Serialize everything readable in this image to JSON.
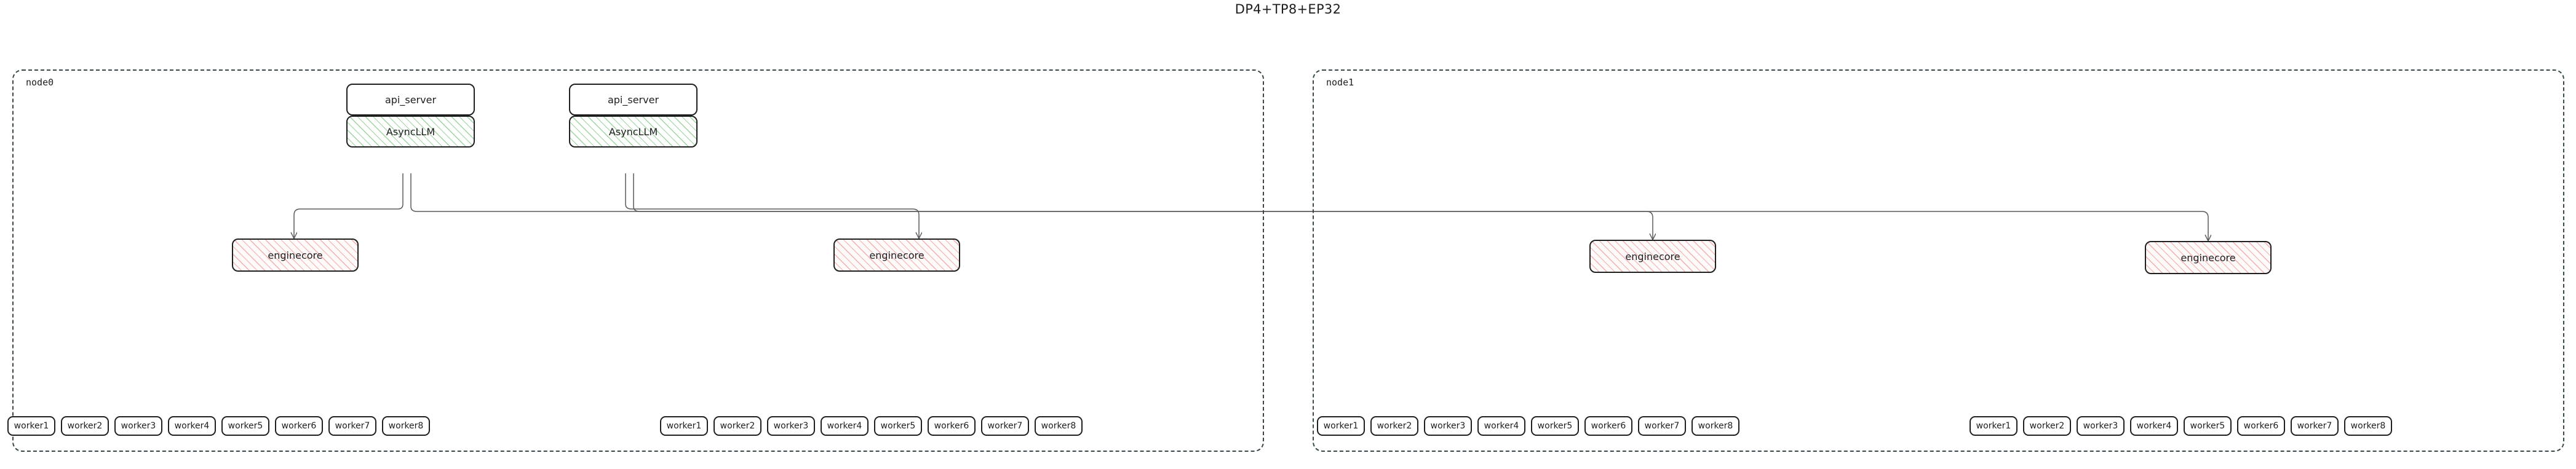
{
  "title": "DP4+TP8+EP32",
  "colors": {
    "stroke": "#1f1f1f",
    "container_stroke": "#37474a",
    "asyncllm_hatch": "#4caf50",
    "enginecore_hatch": "#e96e6e",
    "edge": "#5a5a5a",
    "text": "#1d1d1d",
    "background": "#ffffff"
  },
  "nodes": [
    {
      "id": "node0",
      "label": "node0",
      "servers": [
        {
          "api_label": "api_server",
          "async_label": "AsyncLLM"
        },
        {
          "api_label": "api_server",
          "async_label": "AsyncLLM"
        }
      ],
      "engines": [
        {
          "label": "enginecore"
        },
        {
          "label": "enginecore"
        }
      ],
      "worker_groups": [
        {
          "workers": [
            "worker1",
            "worker2",
            "worker3",
            "worker4",
            "worker5",
            "worker6",
            "worker7",
            "worker8"
          ]
        },
        {
          "workers": [
            "worker1",
            "worker2",
            "worker3",
            "worker4",
            "worker5",
            "worker6",
            "worker7",
            "worker8"
          ]
        }
      ]
    },
    {
      "id": "node1",
      "label": "node1",
      "servers": [],
      "engines": [
        {
          "label": "enginecore"
        },
        {
          "label": "enginecore"
        }
      ],
      "worker_groups": [
        {
          "workers": [
            "worker1",
            "worker2",
            "worker3",
            "worker4",
            "worker5",
            "worker6",
            "worker7",
            "worker8"
          ]
        },
        {
          "workers": [
            "worker1",
            "worker2",
            "worker3",
            "worker4",
            "worker5",
            "worker6",
            "worker7",
            "worker8"
          ]
        }
      ]
    }
  ]
}
